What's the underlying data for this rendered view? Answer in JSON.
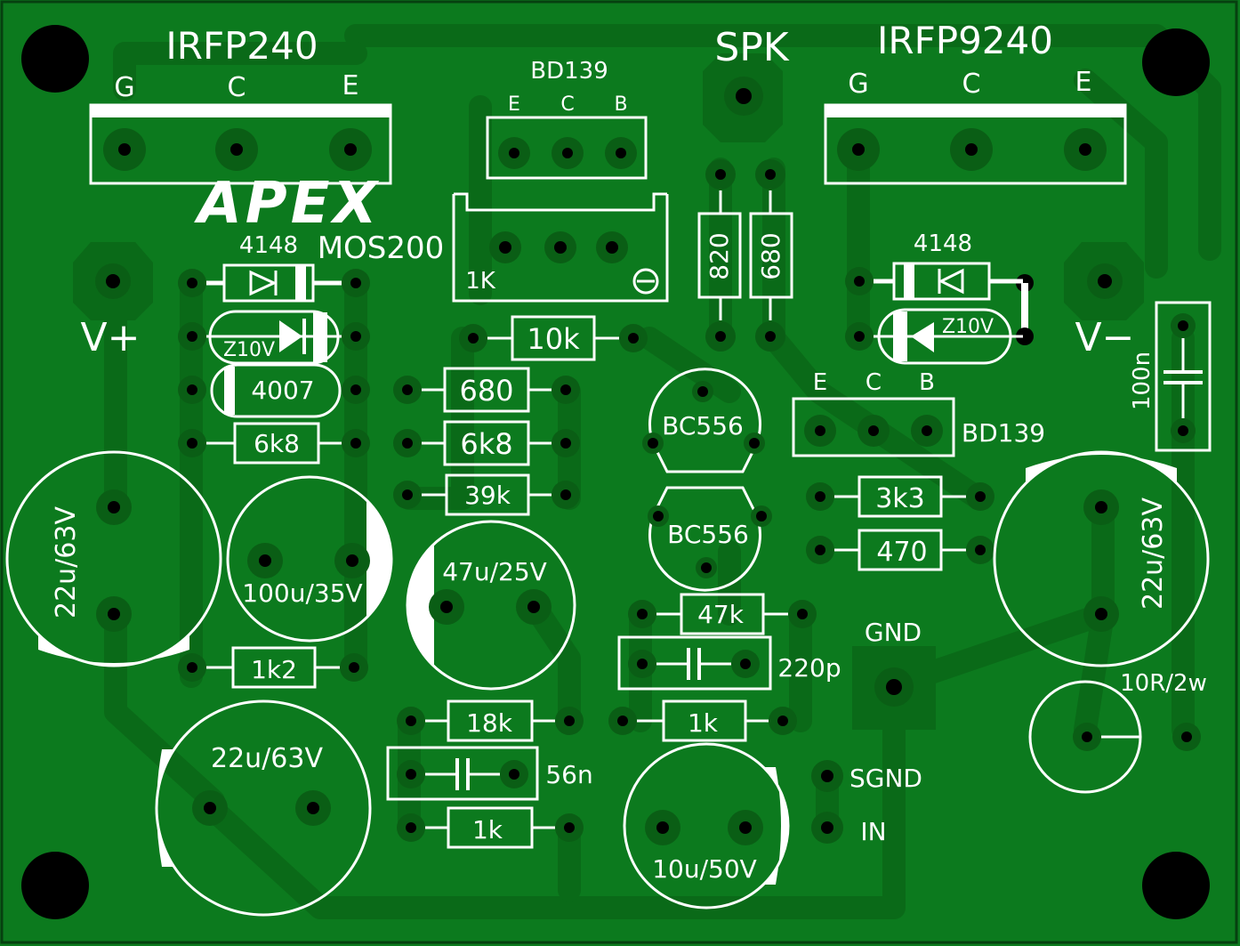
{
  "colors": {
    "board": "#0c7a1e",
    "trace": "#0a6a18",
    "pad": "#0a5e15",
    "silk": "#ffffff",
    "hole": "#000000"
  },
  "transistors": {
    "q_left": {
      "name": "IRFP240",
      "pins": [
        "G",
        "C",
        "E"
      ]
    },
    "q_right": {
      "name": "IRFP9240",
      "pins": [
        "G",
        "C",
        "E"
      ]
    },
    "bd_top": {
      "name": "BD139",
      "pins": [
        "E",
        "C",
        "B"
      ]
    },
    "bd_mid": {
      "name": "BD139",
      "pins": [
        "E",
        "C",
        "B"
      ]
    },
    "bc_a": "BC556",
    "bc_b": "BC556"
  },
  "logo": {
    "brand": "APEX",
    "model": "MOS200"
  },
  "connectors": {
    "spk": "SPK",
    "vplus": "V+",
    "vminus": "V−",
    "gnd": "GND",
    "sgnd": "SGND",
    "in": "IN"
  },
  "diodes": {
    "d_left": "4148",
    "z_left": "Z10V",
    "d_right": "4148",
    "z_right": "Z10V",
    "rect": "4007"
  },
  "trimmer": "1K",
  "resistors": {
    "r10k": "10k",
    "r820": "820",
    "r680v": "680",
    "r680": "680",
    "r6k8_left": "6k8",
    "r6k8_mid": "6k8",
    "r39k": "39k",
    "r3k3": "3k3",
    "r470": "470",
    "r47k": "47k",
    "r1k2": "1k2",
    "r18k": "18k",
    "r1k_mid": "1k",
    "r1k_bot": "1k",
    "r10r": "10R/2w"
  },
  "capacitors": {
    "c22_left": "22u/63V",
    "c100u": "100u/35V",
    "c47u": "47u/25V",
    "c22_right": "22u/63V",
    "c22_bottom": "22u/63V",
    "c10u": "10u/50V",
    "c100n": "100n",
    "c220p": "220p",
    "c56n": "56n"
  }
}
